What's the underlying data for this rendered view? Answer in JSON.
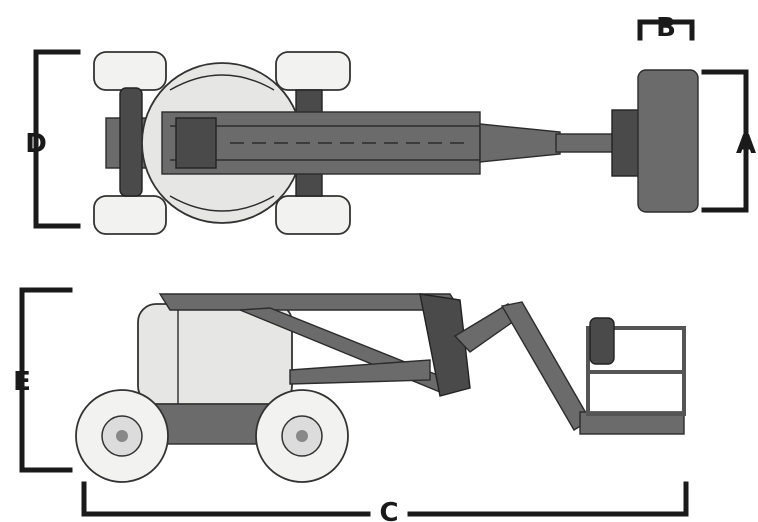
{
  "dimensions": {
    "A": "A",
    "B": "B",
    "C": "C",
    "D": "D",
    "E": "E"
  },
  "colors": {
    "ink": "#1a1a1a",
    "metal": "#6b6b6b",
    "body": "#e6e6e4",
    "tire": "#f2f2f0"
  }
}
